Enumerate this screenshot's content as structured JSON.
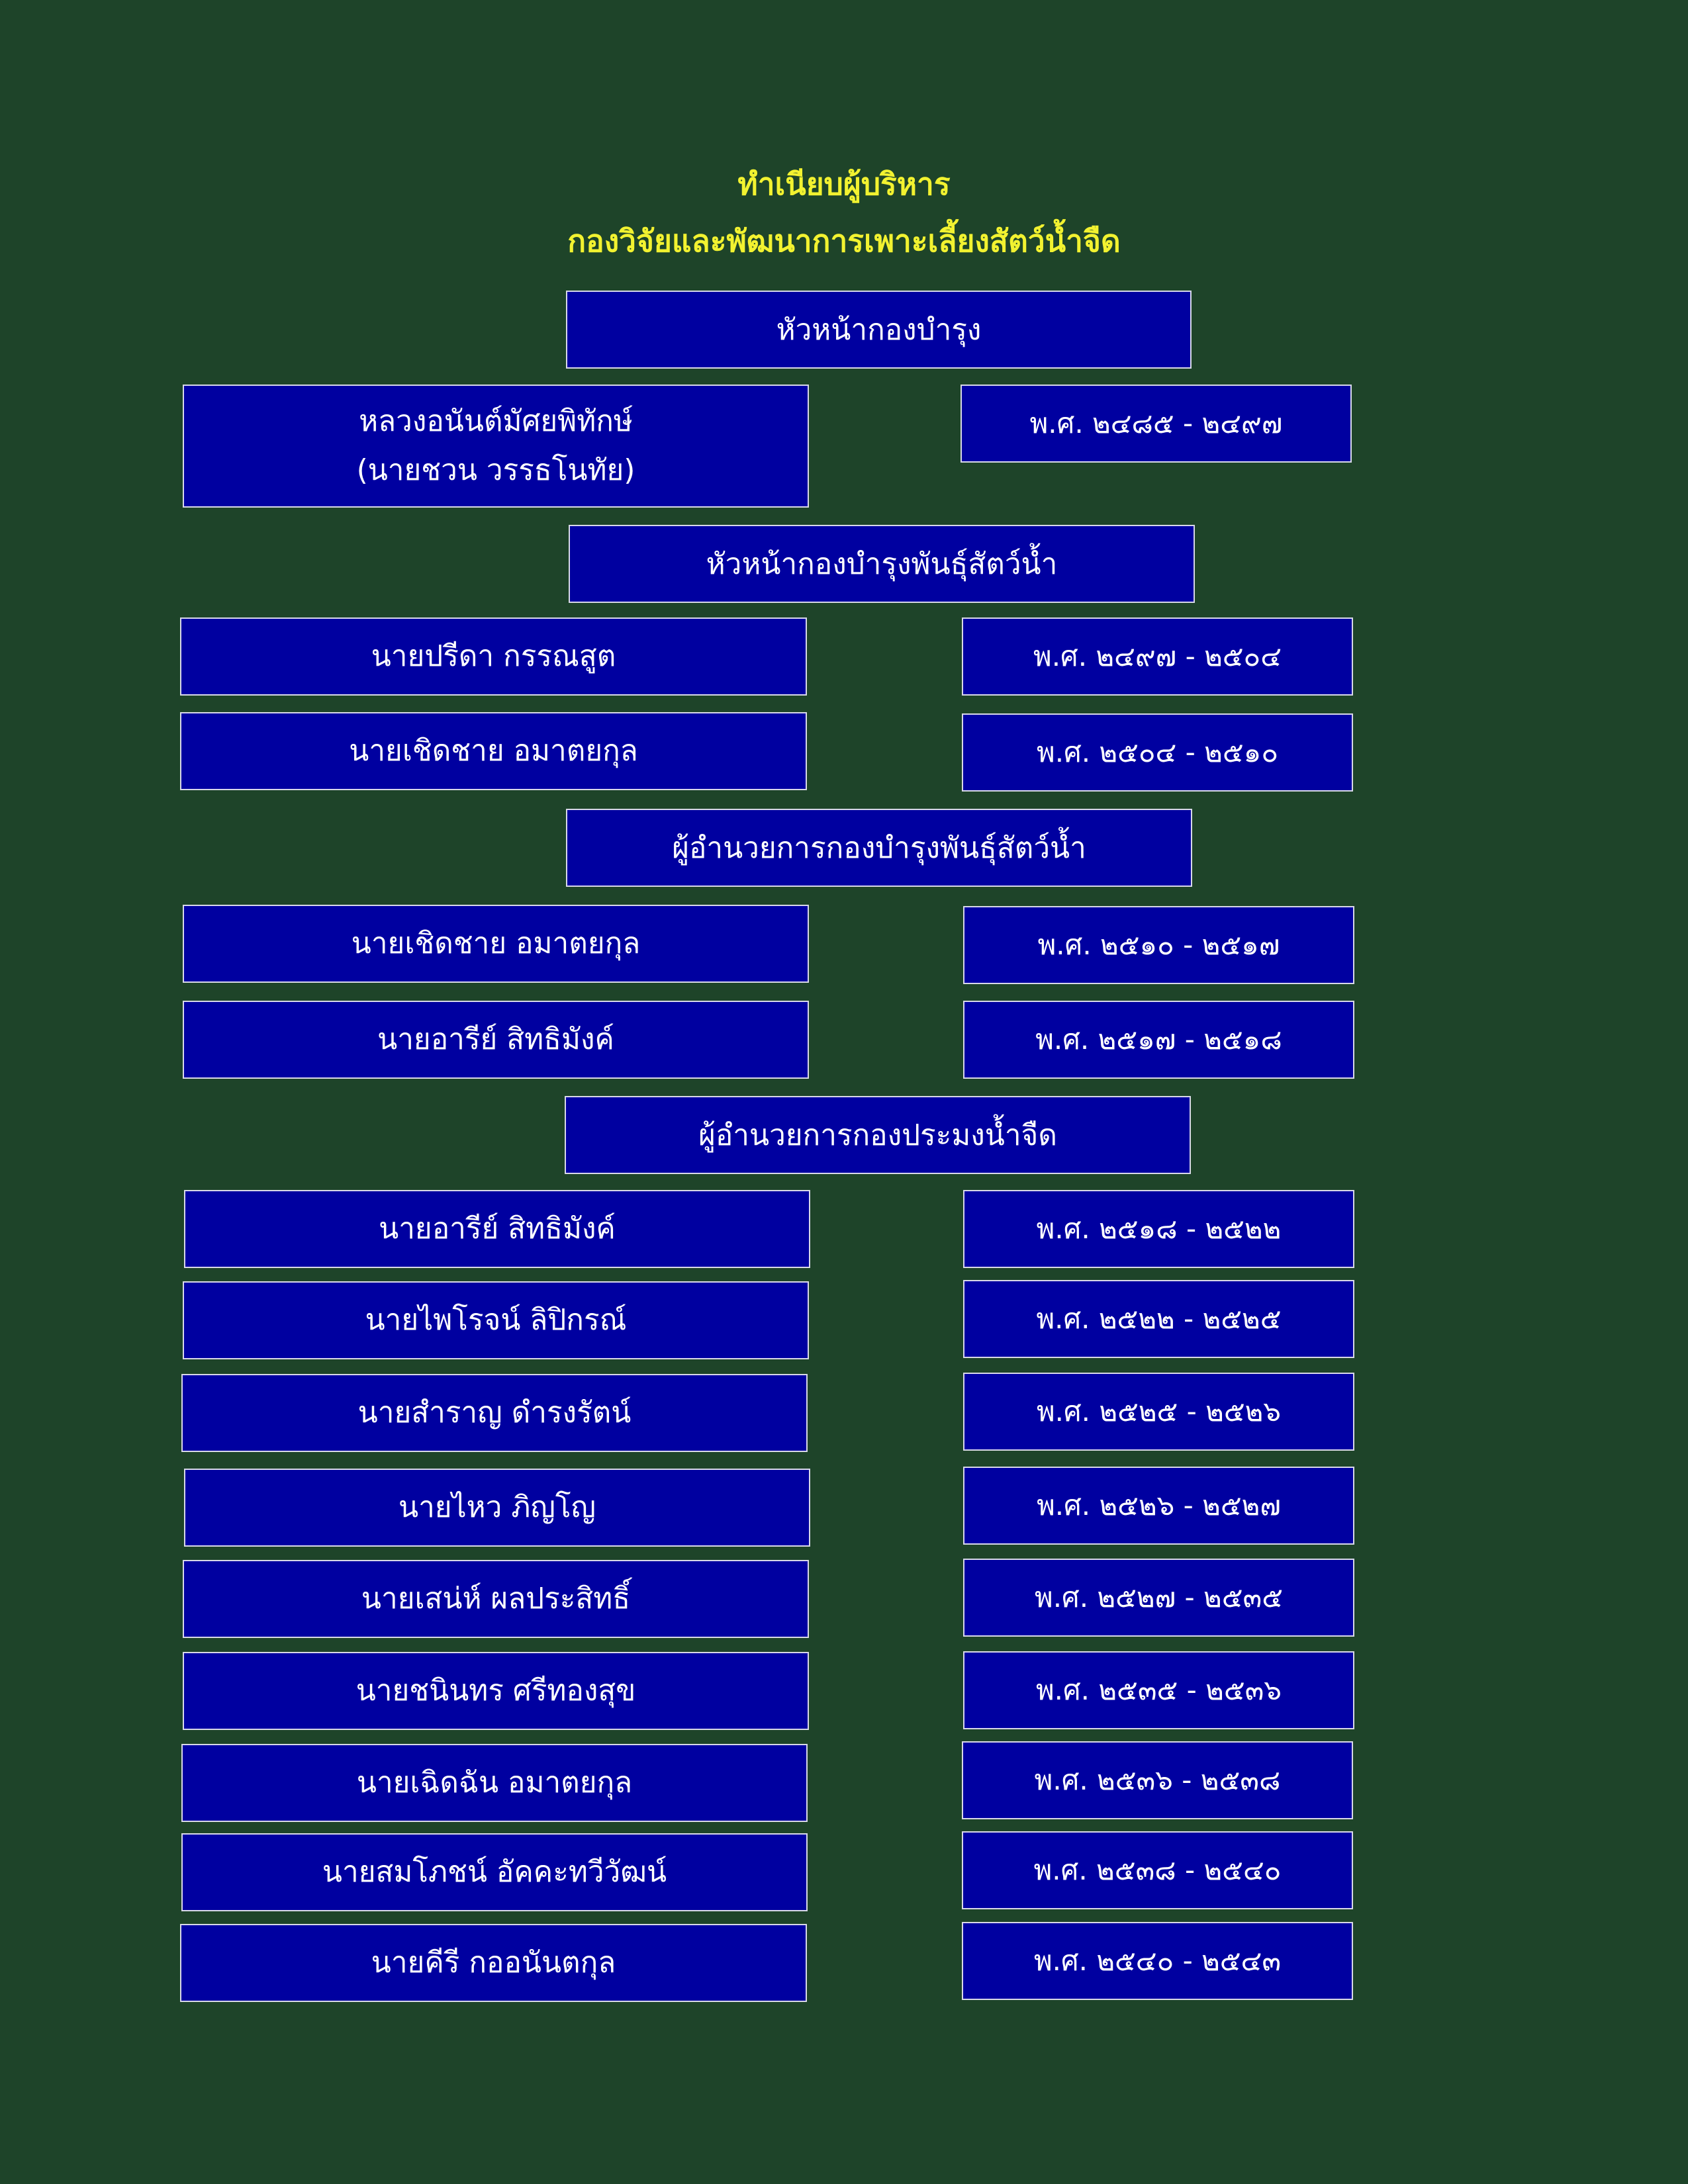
{
  "title_line1": "ทำเนียบผู้บริหาร",
  "title_line2": "กองวิจัยและพัฒนาการเพาะเลี้ยงสัตว์น้ำจืด",
  "sections": [
    {
      "heading": "หัวหน้ากองบำรุง"
    },
    {
      "heading": "หัวหน้ากองบำรุงพันธุ์สัตว์น้ำ"
    },
    {
      "heading": "ผู้อำนวยการกองบำรุงพันธุ์สัตว์น้ำ"
    },
    {
      "heading": "ผู้อำนวยการกองประมงน้ำจืด"
    }
  ],
  "entries": [
    {
      "name": "หลวงอนันต์มัศยพิทักษ์",
      "name_sub": "(นายชวน  วรรธโนทัย)",
      "period": "พ.ศ. ๒๔๘๕ - ๒๔๙๗"
    },
    {
      "name": "นายปรีดา  กรรณสูต",
      "period": "พ.ศ. ๒๔๙๗ - ๒๕๐๔"
    },
    {
      "name": "นายเชิดชาย  อมาตยกุล",
      "period": "พ.ศ. ๒๕๐๔ - ๒๕๑๐"
    },
    {
      "name": "นายเชิดชาย  อมาตยกุล",
      "period": "พ.ศ. ๒๕๑๐ - ๒๕๑๗"
    },
    {
      "name": "นายอารีย์  สิทธิมังค์",
      "period": "พ.ศ. ๒๕๑๗ - ๒๕๑๘"
    },
    {
      "name": "นายอารีย์  สิทธิมังค์",
      "period": "พ.ศ. ๒๕๑๘ - ๒๕๒๒"
    },
    {
      "name": "นายไพโรจน์  ลิปิกรณ์",
      "period": "พ.ศ. ๒๕๒๒ - ๒๕๒๕"
    },
    {
      "name": "นายสำราญ  ดำรงรัตน์",
      "period": "พ.ศ. ๒๕๒๕ - ๒๕๒๖"
    },
    {
      "name": "นายไหว  ภิญโญ",
      "period": "พ.ศ. ๒๕๒๖ - ๒๕๒๗"
    },
    {
      "name": "นายเสน่ห์  ผลประสิทธิ์",
      "period": "พ.ศ. ๒๕๒๗ - ๒๕๓๕"
    },
    {
      "name": "นายชนินทร  ศรีทองสุข",
      "period": "พ.ศ. ๒๕๓๕ - ๒๕๓๖"
    },
    {
      "name": "นายเฉิดฉัน  อมาตยกุล",
      "period": "พ.ศ. ๒๕๓๖ - ๒๕๓๘"
    },
    {
      "name": "นายสมโภชน์  อัคคะทวีวัฒน์",
      "period": "พ.ศ. ๒๕๓๘ - ๒๕๔๐"
    },
    {
      "name": "นายคีรี  กออนันตกุล",
      "period": "พ.ศ. ๒๕๔๐ - ๒๕๔๓"
    }
  ]
}
